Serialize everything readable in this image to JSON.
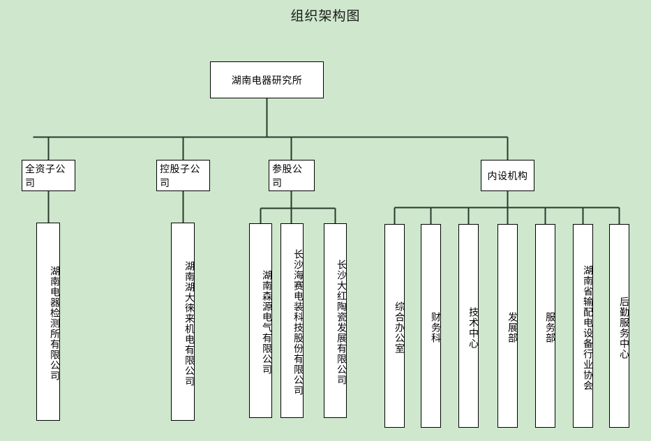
{
  "page": {
    "title": "组织架构图",
    "background_color": "#cee7cd",
    "node_fill_color": "#ffffff",
    "node_border_color": "#000000",
    "connector_color": "#2b3a2b",
    "text_color": "#000000"
  },
  "chart_data": {
    "type": "diagram",
    "diagram_kind": "organizational-chart",
    "title": "组织架构图",
    "orientation": "top-down",
    "root": {
      "id": "root",
      "label": "湖南电器研究所",
      "orientation": "horizontal"
    },
    "levels": [
      {
        "level": 1,
        "nodes": [
          {
            "id": "root",
            "label": "湖南电器研究所"
          }
        ]
      },
      {
        "level": 2,
        "nodes": [
          {
            "id": "wholly-owned",
            "label": "全资子公司",
            "parent": "root"
          },
          {
            "id": "holding",
            "label": "控股子公司",
            "parent": "root"
          },
          {
            "id": "equity",
            "label": "参股公司",
            "parent": "root"
          },
          {
            "id": "internal",
            "label": "内设机构",
            "parent": "root"
          }
        ]
      },
      {
        "level": 3,
        "nodes": [
          {
            "id": "leaf-1",
            "label": "湖南电器检测所有限公司",
            "parent": "wholly-owned",
            "orientation": "vertical"
          },
          {
            "id": "leaf-2",
            "label": "湖南湖大徕来机电有限公司",
            "parent": "holding",
            "orientation": "vertical"
          },
          {
            "id": "leaf-3",
            "label": "湖南森源电气有限公司",
            "parent": "equity",
            "orientation": "vertical"
          },
          {
            "id": "leaf-4",
            "label": "长沙海赛电装科技股份有限公司",
            "parent": "equity",
            "orientation": "vertical",
            "clipped": true
          },
          {
            "id": "leaf-5",
            "label": "长沙大红陶瓷发展有限公司",
            "parent": "equity",
            "orientation": "vertical"
          },
          {
            "id": "leaf-6",
            "label": "综合办公室",
            "parent": "internal",
            "orientation": "vertical"
          },
          {
            "id": "leaf-7",
            "label": "财务科",
            "parent": "internal",
            "orientation": "vertical"
          },
          {
            "id": "leaf-8",
            "label": "技术中心",
            "parent": "internal",
            "orientation": "vertical"
          },
          {
            "id": "leaf-9",
            "label": "发展部",
            "parent": "internal",
            "orientation": "vertical"
          },
          {
            "id": "leaf-10",
            "label": "服务部",
            "parent": "internal",
            "orientation": "vertical"
          },
          {
            "id": "leaf-11",
            "label": "湖南省输配电设备行业协会",
            "parent": "internal",
            "orientation": "vertical"
          },
          {
            "id": "leaf-12",
            "label": "后勤服务中心",
            "parent": "internal",
            "orientation": "vertical"
          }
        ]
      }
    ]
  }
}
